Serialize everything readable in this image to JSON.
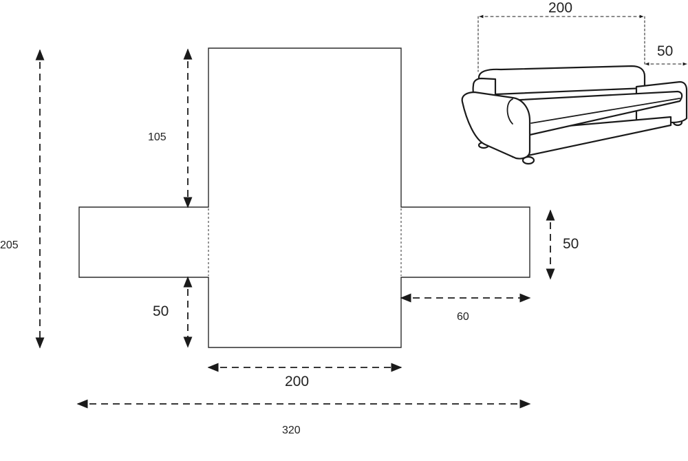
{
  "diagram": {
    "colors": {
      "stroke": "#2b2b2b",
      "text": "#222222",
      "background": "#ffffff"
    },
    "pattern": {
      "total_height_label": "205",
      "back_height_label": "105",
      "seat_depth_label": "50",
      "arm_width_label": "50",
      "arm_length_label": "60",
      "seat_width_label": "200",
      "total_width_label": "320"
    },
    "sofa_illustration": {
      "icon": "sofa-icon",
      "width_label": "200",
      "depth_label": "50"
    }
  }
}
